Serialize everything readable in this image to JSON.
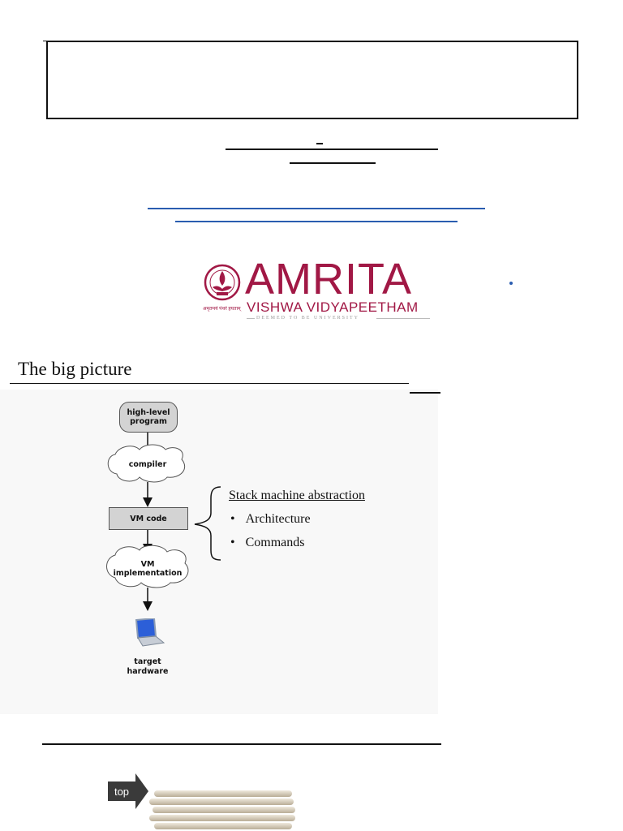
{
  "logo": {
    "name": "AMRITA",
    "subtitle": "VISHWA VIDYAPEETHAM",
    "deemed": "DEEMED TO BE UNIVERSITY",
    "tagline": "अमृतमयं पंथरं हयताम्"
  },
  "colors": {
    "brand": "#a11845",
    "link_rule": "#2a5db0",
    "button_bg": "#3a3a3a"
  },
  "section": {
    "title": "The big picture"
  },
  "diagram": {
    "nodes": {
      "high_level": "high-level program",
      "compiler": "compiler",
      "vm_code": "VM code",
      "vm_impl": "VM implementation",
      "target": "target hardware"
    },
    "brace_title": "Stack machine abstraction",
    "bullets": [
      "Architecture",
      "Commands"
    ]
  },
  "nav": {
    "top_label": "top"
  },
  "icons": {
    "laptop": "laptop-icon",
    "arrow": "arrow-right-icon",
    "stack": "plate-stack-icon"
  }
}
